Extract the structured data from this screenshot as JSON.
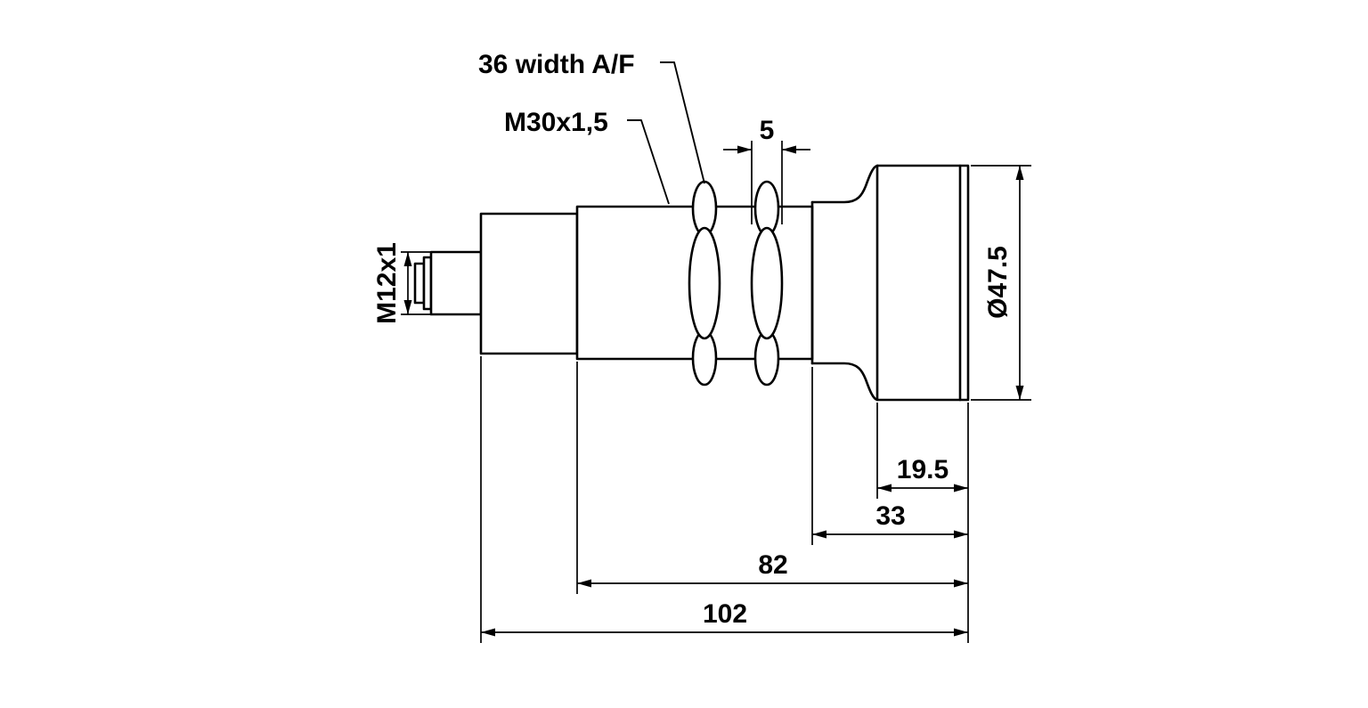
{
  "labels": {
    "hex_width": "36 width A/F",
    "barrel_thread": "M30x1,5",
    "connector_thread": "M12x1"
  },
  "dimensions": {
    "nut_width": "5",
    "head_diameter": "Ø47.5",
    "head_length": "19.5",
    "head_section_length": "33",
    "barrel_length": "82",
    "overall_length": "102"
  },
  "colors": {
    "line": "#000000",
    "background": "#ffffff"
  }
}
